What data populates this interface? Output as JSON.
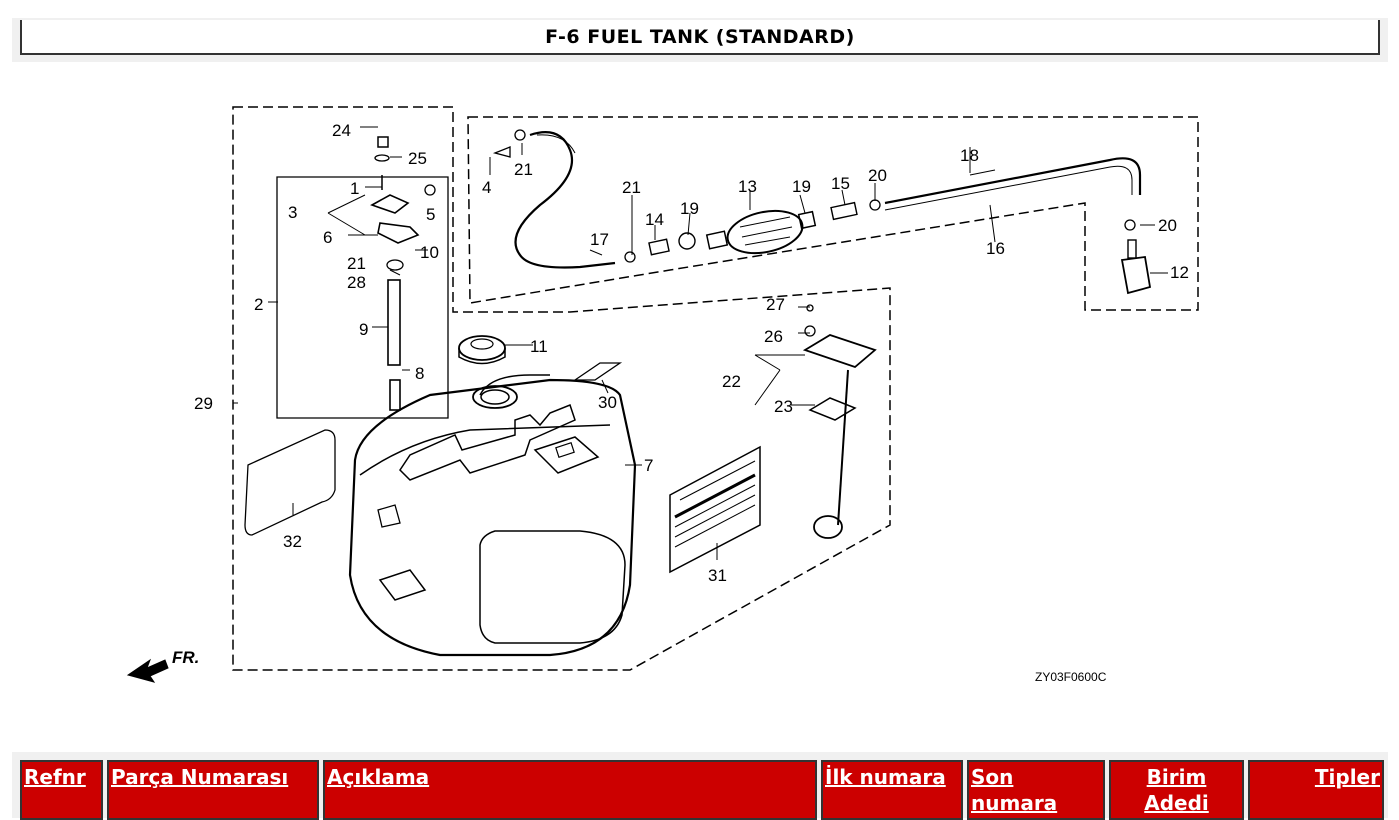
{
  "page_title": "F-6 FUEL TANK (STANDARD)",
  "diagram": {
    "callouts": [
      "1",
      "2",
      "3",
      "4",
      "5",
      "6",
      "7",
      "8",
      "9",
      "10",
      "11",
      "12",
      "13",
      "14",
      "15",
      "16",
      "17",
      "18",
      "19",
      "19",
      "20",
      "20",
      "21",
      "21",
      "21",
      "22",
      "23",
      "24",
      "25",
      "26",
      "27",
      "28",
      "29",
      "30",
      "31",
      "32"
    ],
    "direction_label": "FR.",
    "code": "ZY03F0600C"
  },
  "table": {
    "headers": {
      "refnr": "Refnr",
      "part_number": "Parça Numarası",
      "description": "Açıklama",
      "first_number": "İlk numara",
      "last_number": "Son numara",
      "unit_qty": "Birim Adedi",
      "types": "Tipler"
    }
  }
}
